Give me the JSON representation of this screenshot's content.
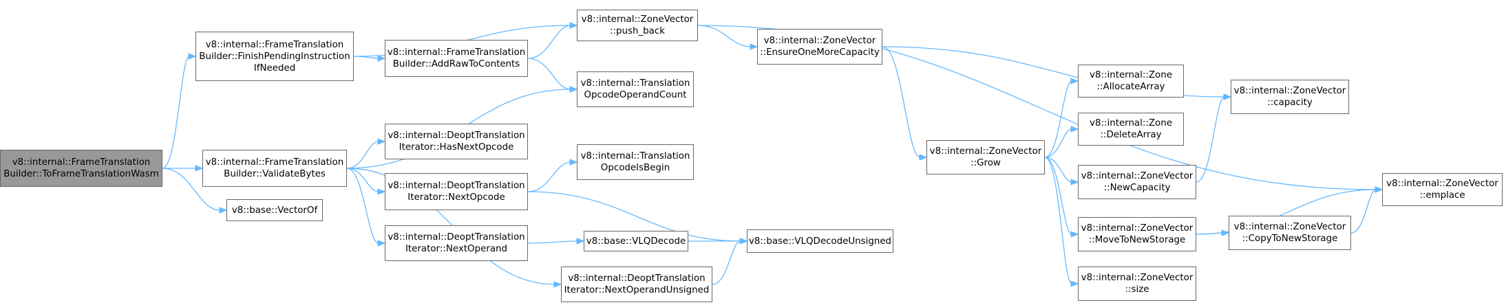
{
  "nodes": [
    {
      "id": "root",
      "lines": [
        "v8::internal::FrameTranslation",
        "Builder::ToFrameTranslationWasm"
      ],
      "root": true
    },
    {
      "id": "finish",
      "lines": [
        "v8::internal::FrameTranslation",
        "Builder::FinishPendingInstruction",
        "IfNeeded"
      ]
    },
    {
      "id": "validate",
      "lines": [
        "v8::internal::FrameTranslation",
        "Builder::ValidateBytes"
      ]
    },
    {
      "id": "vectorof",
      "lines": [
        "v8::base::VectorOf"
      ]
    },
    {
      "id": "addraw",
      "lines": [
        "v8::internal::FrameTranslation",
        "Builder::AddRawToContents"
      ]
    },
    {
      "id": "pushback",
      "lines": [
        "v8::internal::ZoneVector",
        "::push_back"
      ]
    },
    {
      "id": "opcount",
      "lines": [
        "v8::internal::Translation",
        "OpcodeOperandCount"
      ]
    },
    {
      "id": "hasnext",
      "lines": [
        "v8::internal::DeoptTranslation",
        "Iterator::HasNextOpcode"
      ]
    },
    {
      "id": "nextopcode",
      "lines": [
        "v8::internal::DeoptTranslation",
        "Iterator::NextOpcode"
      ]
    },
    {
      "id": "nextoperand",
      "lines": [
        "v8::internal::DeoptTranslation",
        "Iterator::NextOperand"
      ]
    },
    {
      "id": "isbegin",
      "lines": [
        "v8::internal::Translation",
        "OpcodeIsBegin"
      ]
    },
    {
      "id": "vlqdecode",
      "lines": [
        "v8::base::VLQDecode"
      ]
    },
    {
      "id": "nextunsigned",
      "lines": [
        "v8::internal::DeoptTranslation",
        "Iterator::NextOperandUnsigned"
      ]
    },
    {
      "id": "vlqunsigned",
      "lines": [
        "v8::base::VLQDecodeUnsigned"
      ]
    },
    {
      "id": "ensure",
      "lines": [
        "v8::internal::ZoneVector",
        "::EnsureOneMoreCapacity"
      ]
    },
    {
      "id": "grow",
      "lines": [
        "v8::internal::ZoneVector",
        "::Grow"
      ]
    },
    {
      "id": "allocate",
      "lines": [
        "v8::internal::Zone",
        "::AllocateArray"
      ]
    },
    {
      "id": "delete",
      "lines": [
        "v8::internal::Zone",
        "::DeleteArray"
      ]
    },
    {
      "id": "newcap",
      "lines": [
        "v8::internal::ZoneVector",
        "::NewCapacity"
      ]
    },
    {
      "id": "move",
      "lines": [
        "v8::internal::ZoneVector",
        "::MoveToNewStorage"
      ]
    },
    {
      "id": "size",
      "lines": [
        "v8::internal::ZoneVector",
        "::size"
      ]
    },
    {
      "id": "capacity",
      "lines": [
        "v8::internal::ZoneVector",
        "::capacity"
      ]
    },
    {
      "id": "copy",
      "lines": [
        "v8::internal::ZoneVector",
        "::CopyToNewStorage"
      ]
    },
    {
      "id": "emplace",
      "lines": [
        "v8::internal::ZoneVector",
        "::emplace"
      ]
    }
  ],
  "edges": [
    [
      "root",
      "finish"
    ],
    [
      "root",
      "validate"
    ],
    [
      "root",
      "vectorof"
    ],
    [
      "finish",
      "pushback"
    ],
    [
      "finish",
      "addraw"
    ],
    [
      "addraw",
      "pushback"
    ],
    [
      "addraw",
      "opcount"
    ],
    [
      "pushback",
      "ensure"
    ],
    [
      "pushback",
      "emplace"
    ],
    [
      "ensure",
      "capacity"
    ],
    [
      "ensure",
      "grow"
    ],
    [
      "validate",
      "opcount"
    ],
    [
      "validate",
      "hasnext"
    ],
    [
      "validate",
      "nextopcode"
    ],
    [
      "validate",
      "nextoperand"
    ],
    [
      "validate",
      "nextunsigned"
    ],
    [
      "nextopcode",
      "isbegin"
    ],
    [
      "nextopcode",
      "vlqunsigned"
    ],
    [
      "nextoperand",
      "vlqdecode"
    ],
    [
      "vlqdecode",
      "vlqunsigned"
    ],
    [
      "nextunsigned",
      "vlqunsigned"
    ],
    [
      "grow",
      "allocate"
    ],
    [
      "grow",
      "delete"
    ],
    [
      "grow",
      "newcap"
    ],
    [
      "grow",
      "move"
    ],
    [
      "grow",
      "size"
    ],
    [
      "newcap",
      "capacity"
    ],
    [
      "move",
      "emplace"
    ],
    [
      "move",
      "copy"
    ],
    [
      "copy",
      "emplace"
    ]
  ],
  "colors": {
    "edge": "#63b8ff",
    "node_border": "#666666",
    "root_fill": "#999999",
    "node_fill": "#ffffff"
  }
}
